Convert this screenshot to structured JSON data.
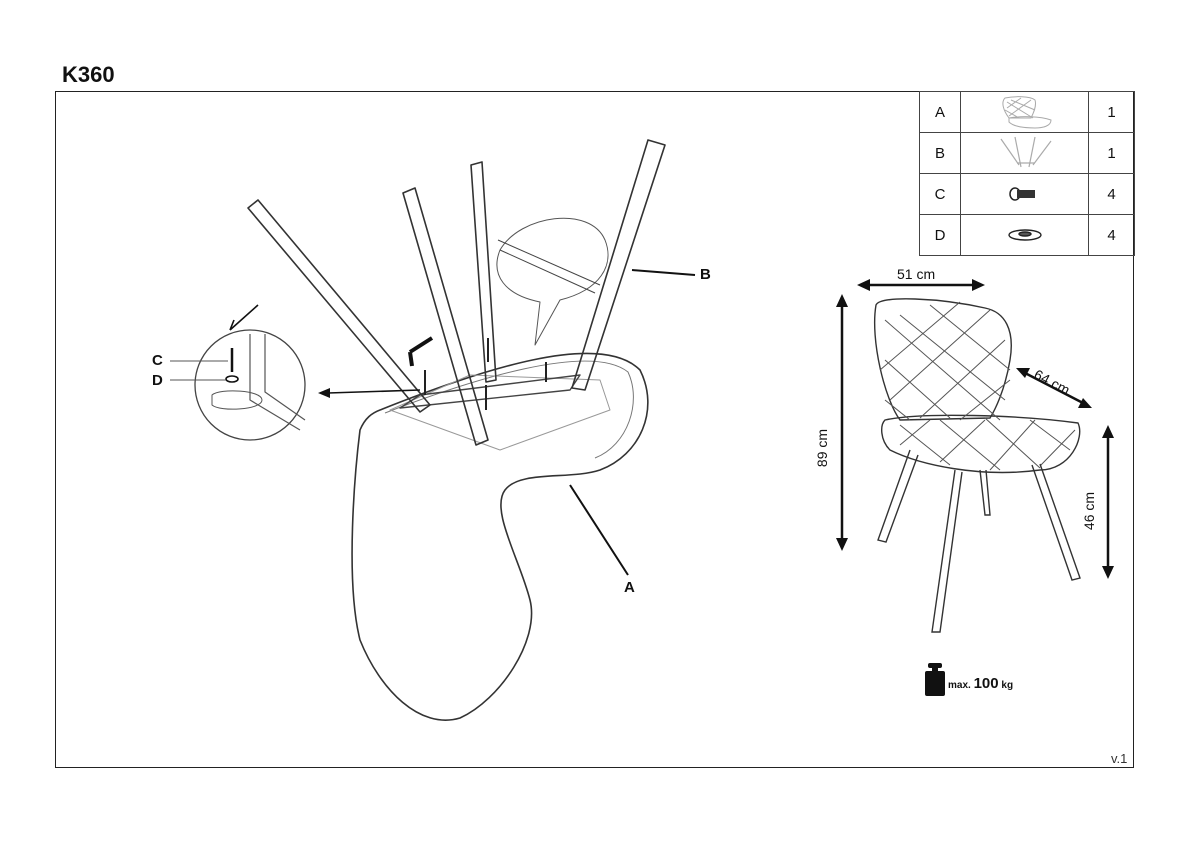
{
  "title": "K360",
  "version": "v.1",
  "parts": [
    {
      "letter": "A",
      "qty": "1",
      "icon": "seat-icon"
    },
    {
      "letter": "B",
      "qty": "1",
      "icon": "leg-frame-icon"
    },
    {
      "letter": "C",
      "qty": "4",
      "icon": "bolt-icon"
    },
    {
      "letter": "D",
      "qty": "4",
      "icon": "washer-icon"
    }
  ],
  "callouts": {
    "a": "A",
    "b": "B",
    "c": "C",
    "d": "D"
  },
  "dimensions": {
    "width": "51 cm",
    "depth": "64 cm",
    "height": "89 cm",
    "seat_height": "46 cm"
  },
  "max_load": {
    "prefix": "max.",
    "value": "100",
    "unit": "kg"
  }
}
